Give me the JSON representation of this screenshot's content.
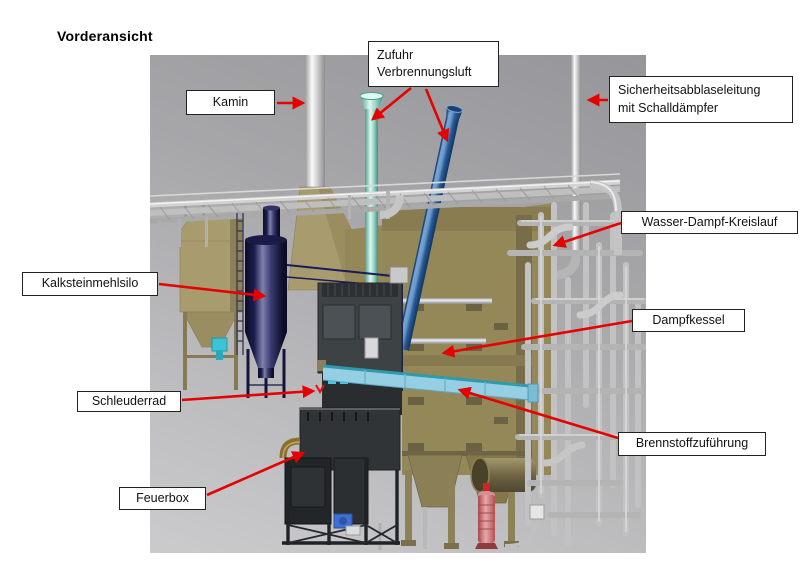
{
  "title": "Vorderansicht",
  "labels": {
    "kamin": "Kamin",
    "zufuhr_verbrennungsluft": "Zufuhr\nVerbrennungsluft",
    "sicherheitsabblaseleitung": "Sicherheitsabblaseleitung\nmit Schalldämpfer",
    "wasser_dampf_kreislauf": "Wasser-Dampf-Kreislauf",
    "kalksteinmehlsilo": "Kalksteinmehlsilo",
    "dampfkessel": "Dampfkessel",
    "schleuderrad": "Schleuderrad",
    "brennstoffzufuehrung": "Brennstoffzuführung",
    "feuerbox": "Feuerbox"
  },
  "colors": {
    "arrow": "#e60000",
    "label_border": "#222222",
    "diagram_background": "#ababae",
    "limestone_silo": "#1c1c4e",
    "combustion_air_pipe_light": "#8fd0c0",
    "combustion_air_pipe_dark": "#2a5a96",
    "fuel_feed_duct": "#96cfe4",
    "boiler_body": "#948858",
    "chimney": "#d8d8d8",
    "firebox": "#2b2f31",
    "vessel_pink": "#c97578"
  }
}
